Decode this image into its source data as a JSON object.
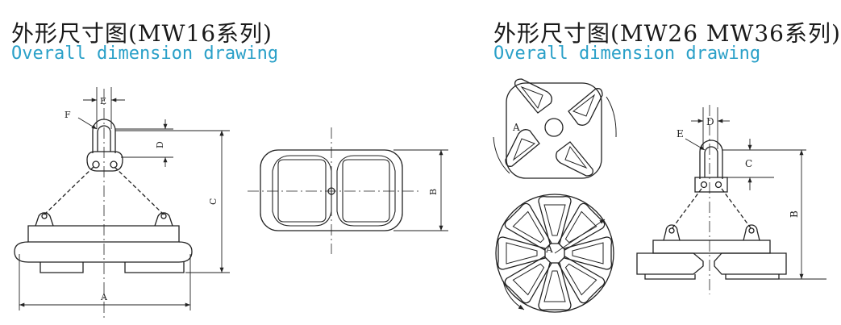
{
  "left": {
    "title_zh": "外形尺寸图(MW16系列)",
    "title_en": "Overall dimension drawing",
    "labels": {
      "E": "E",
      "F": "F",
      "D": "D",
      "C": "C",
      "A": "A",
      "B": "B"
    }
  },
  "right": {
    "title_zh": "外形尺寸图(MW26  MW36系列)",
    "title_en": "Overall dimension drawing",
    "labels": {
      "A_top": "A",
      "A_bottom": "A",
      "D": "D",
      "E": "E",
      "C": "C",
      "B": "B"
    }
  },
  "colors": {
    "title": "#1a1a1a",
    "subtitle": "#2aa0c8",
    "line": "#222222"
  }
}
